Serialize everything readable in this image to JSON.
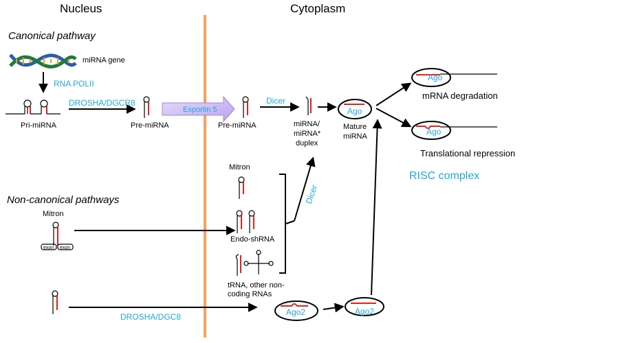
{
  "headers": {
    "nucleus": "Nucleus",
    "cytoplasm": "Cytoplasm"
  },
  "pathways": {
    "canonical": "Canonical pathway",
    "non_canonical": "Non-canonical pathways"
  },
  "labels": {
    "mirna_gene": "miRNA gene",
    "rna_polii": "RNA POLII",
    "pri_mirna": "Pri-miRNA",
    "drosha_dgcr8": "DROSHA/DGCR8",
    "pre_mirna_nucleus": "Pre-miRNA",
    "exportin5": "Exportin 5",
    "pre_mirna_cyto": "Pre-miRNA",
    "dicer_top": "Dicer",
    "duplex_line1": "miRNA/",
    "duplex_line2": "miRNA*",
    "duplex_line3": "duplex",
    "ago": "Ago",
    "mature_line1": "Mature",
    "mature_line2": "miRNA",
    "ago_deg": "Ago",
    "mrna_degradation": "mRNA degradation",
    "ago_trans": "Ago",
    "translational_repression": "Translational repression",
    "risc_complex": "RISC complex",
    "mitron_cyto": "Mitron",
    "mitron_nucleus": "Mitron",
    "exon_left": "exon",
    "exon_right": "exon",
    "endo_shrna": "Endo-shRNA",
    "trna_line1": "tRNA, other non-",
    "trna_line2": "coding RNAs",
    "dicer_side": "Dicer",
    "drosha_dgc8": "DROSHA/DGC8",
    "ago2_a": "Ago2",
    "ago2_b": "Ago2"
  },
  "colors": {
    "accent_blue": "#1ea8e0",
    "membrane_orange": "#f5a05a",
    "strand_red": "#e0201b",
    "exportin_purple": "#c9b8f0"
  }
}
